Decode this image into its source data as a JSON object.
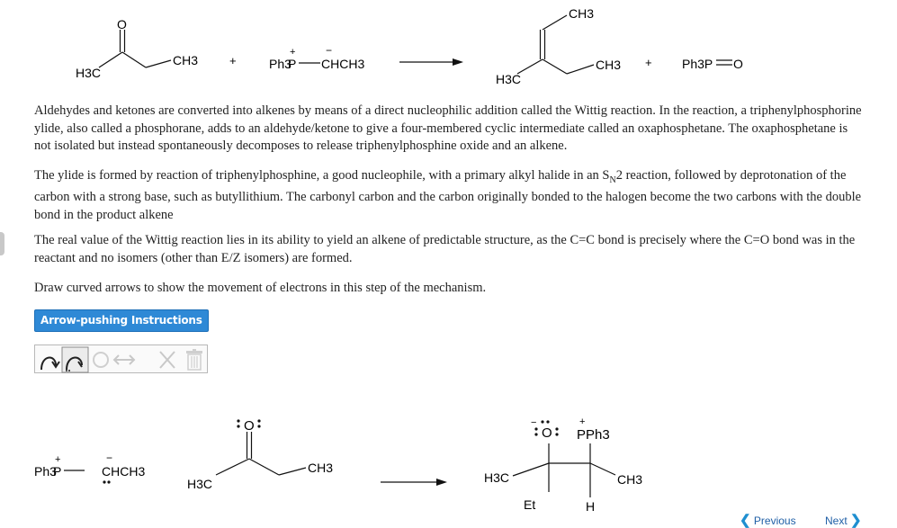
{
  "reaction_top": {
    "reactant_ketone": {
      "o": "O",
      "h3c": "H3C",
      "ch3": "CH3"
    },
    "plus1": "+",
    "ylide": {
      "ph3": "Ph3",
      "p": "P",
      "p_charge": "+",
      "chch3": "CHCH3",
      "c_charge": "−"
    },
    "product_alkene": {
      "ch3_top": "CH3",
      "h3c": "H3C",
      "ch3": "CH3"
    },
    "plus2": "+",
    "phosphine_oxide": {
      "ph3p": "Ph3P",
      "o": "O"
    }
  },
  "text": {
    "p1": "Aldehydes and ketones are converted into alkenes by means of a direct nucleophilic addition called the Wittig reaction. In the reaction, a triphenylphosphorine ylide, also called a phosphorane, adds to an aldehyde/ketone to give a four-membered cyclic intermediate called an oxaphosphetane. The oxaphosphetane is not isolated but instead spontaneously decomposes to release triphenylphosphine oxide and an alkene.",
    "p2_before": "The ylide is formed by reaction of triphenylphosphine, a good nucleophile, with a primary alkyl halide in an S",
    "p2_sub": "N",
    "p2_after": "2 reaction, followed by deprotonation of the carbon with a strong base, such as butyllithium. The carbonyl carbon and the carbon originally bonded to the halogen become the two carbons with the double bond in the product alkene",
    "p3": "The real value of the Wittig reaction lies in its ability to yield an alkene of predictable structure, as the C=C bond is precisely where the C=O bond was in the reactant and no isomers (other than E/Z isomers) are formed.",
    "p4": "Draw curved arrows to show the movement of electrons in this step of the mechanism."
  },
  "instructions_button": "Arrow-pushing Instructions",
  "toolbar": {
    "tools": [
      "double-barb-arrow-icon",
      "single-barb-arrow-icon",
      "ring-icon",
      "double-arrow-icon",
      "close-icon",
      "trash-icon"
    ]
  },
  "mechanism": {
    "ylide": {
      "ph3": "Ph3",
      "p": "P",
      "p_charge": "+",
      "chch3": "CHCH3",
      "c_charge": "−"
    },
    "ketone": {
      "o": "O",
      "h3c": "H3C",
      "ch3": "CH3"
    },
    "intermediate": {
      "o": "O",
      "o_charge": "−",
      "pph3": "PPh3",
      "p_charge": "+",
      "h3c": "H3C",
      "ch3": "CH3",
      "et": "Et",
      "h": "H"
    }
  },
  "nav": {
    "previous": "Previous",
    "next": "Next"
  }
}
